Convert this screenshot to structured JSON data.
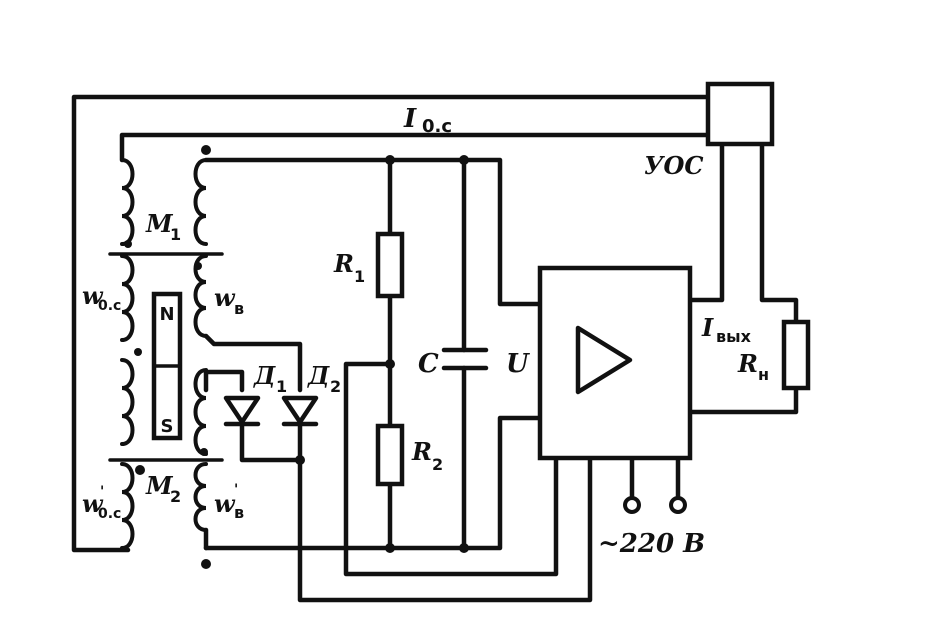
{
  "diagram": {
    "labels": {
      "i_fb": "I",
      "i_fb_sub": "0.c",
      "uoc": "УОС",
      "m1": "M",
      "m1_sub": "1",
      "m2": "M",
      "m2_sub": "2",
      "w_fb": "w",
      "w_fb_sub": "0.c",
      "w_fb2": "w",
      "w_fb2_sub": "0.c",
      "w_fb2_sup": "'",
      "w_exc": "w",
      "w_exc_sub": "в",
      "w_exc2": "w",
      "w_exc2_sub": "в",
      "w_exc2_sup": "'",
      "magnet_n": "N",
      "magnet_s": "S",
      "d1": "Д",
      "d1_sub": "1",
      "d2": "Д",
      "d2_sub": "2",
      "r1": "R",
      "r1_sub": "1",
      "r2": "R",
      "r2_sub": "2",
      "c": "C",
      "u": "U",
      "i_out": "I",
      "i_out_sub": "вых",
      "r_load": "R",
      "r_load_sub": "н",
      "supply": "~220 В"
    }
  }
}
